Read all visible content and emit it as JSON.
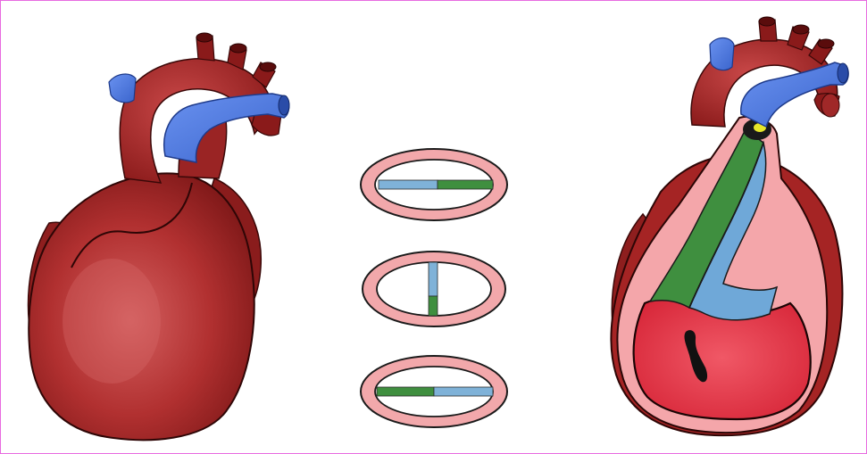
{
  "figure": {
    "panels": [
      "external-heart",
      "septum-cross-sections",
      "cut-away-heart"
    ],
    "colors": {
      "frame": "#e86be0",
      "heart_dark": "#7a1414",
      "heart_mid": "#a52424",
      "heart_light": "#c94a4a",
      "vessel_blue": "#4a78e0",
      "ring_pink": "#f2a8ab",
      "ring_inner_pink": "#fbdede",
      "septum_blue": "#7fb2d8",
      "septum_green": "#3f8f3f",
      "chamber_red": "#e8384e",
      "wall_pink": "#f4a6aa",
      "valve_yellow": "#e6e62a"
    }
  }
}
